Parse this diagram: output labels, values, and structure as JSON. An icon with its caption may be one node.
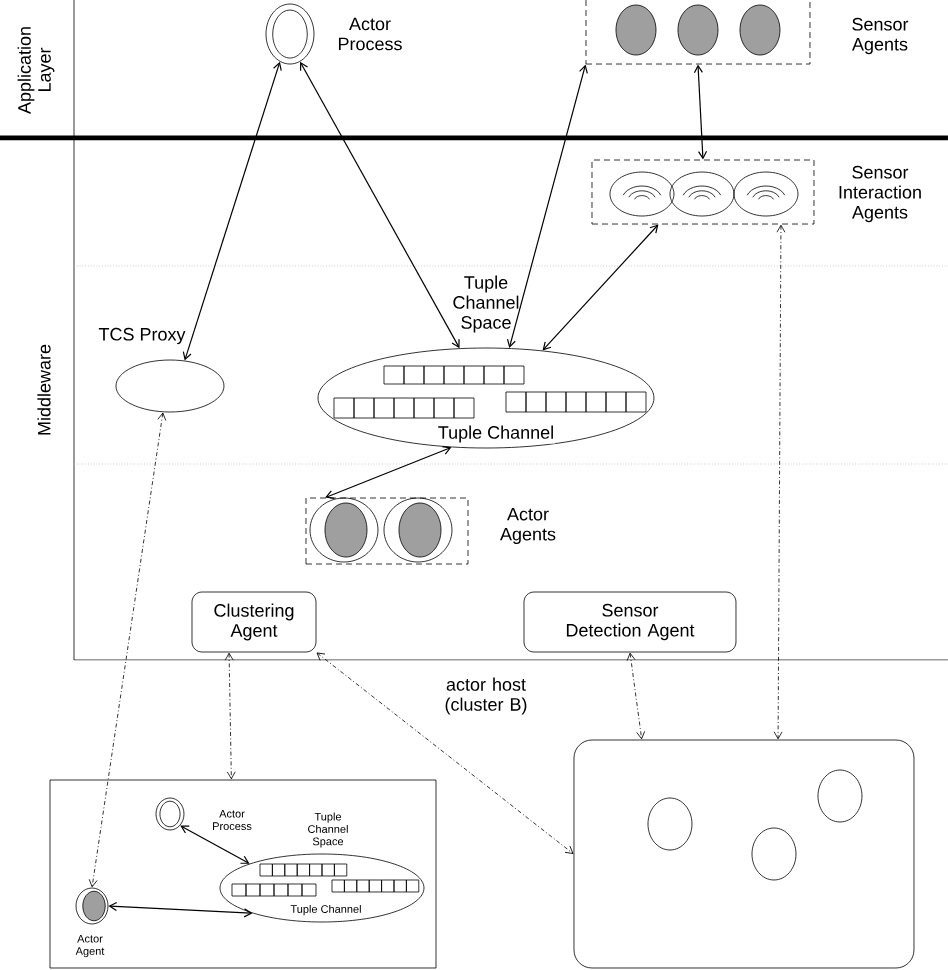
{
  "diagram": {
    "nodes": [
      {
        "text": [
          "Actor Process"
        ]
      },
      {
        "text": [
          "Sensor Agents"
        ]
      },
      {
        "text": [
          "Sensor Interaction Agents"
        ]
      },
      {
        "text": [
          "TCS Proxy"
        ]
      },
      {
        "text": [
          "Tuple Channel Space",
          "Tuple Channel"
        ]
      },
      {
        "text": [
          "Actor Agents"
        ]
      },
      {
        "text": [
          "Clustering Agent"
        ]
      },
      {
        "text": [
          "Sensor Detection Agent"
        ]
      },
      {
        "text": [],
        "shape": "box"
      },
      {
        "text": [
          "Actor Process"
        ],
        "in": 8
      },
      {
        "text": [
          "Tuple Channel Space",
          "Tuple Channel"
        ],
        "in": 8
      },
      {
        "text": [
          "Actor Agent"
        ],
        "in": 8
      },
      {
        "text": [],
        "shape": "box"
      }
    ],
    "edges": [
      {
        "from": 0,
        "to": 3,
        "arrow": "both"
      },
      {
        "from": 0,
        "to": 4,
        "arrow": "both"
      },
      {
        "from": 1,
        "to": 4,
        "arrow": "both"
      },
      {
        "from": 1,
        "to": 2,
        "arrow": "both"
      },
      {
        "from": 2,
        "to": 4,
        "arrow": "both"
      },
      {
        "from": 4,
        "to": 5,
        "arrow": "both"
      },
      {
        "from": 2,
        "to": 12,
        "arrow": "both",
        "style": "dashed"
      },
      {
        "from": 3,
        "to": 11,
        "arrow": "both",
        "style": "dashed"
      },
      {
        "from": 6,
        "to": 8,
        "arrow": "both",
        "style": "dashed"
      },
      {
        "from": 6,
        "to": 12,
        "arrow": "both",
        "style": "dashed"
      },
      {
        "from": 7,
        "to": 12,
        "arrow": "both",
        "style": "dashed"
      },
      {
        "from": 9,
        "to": 10,
        "arrow": "both"
      },
      {
        "from": 11,
        "to": 10,
        "arrow": "both"
      }
    ],
    "labels": [
      "Application Layer",
      "Middleware",
      "actor host (cluster B)"
    ]
  }
}
